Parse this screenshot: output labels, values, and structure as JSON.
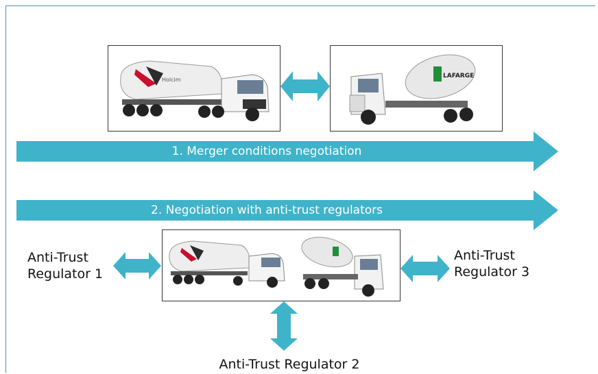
{
  "arrows": {
    "step1": "1. Merger conditions negotiation",
    "step2": "2. Negotiation with anti-trust regulators"
  },
  "regulators": {
    "r1": "Anti-Trust\nRegulator 1",
    "r2": "Anti-Trust Regulator 2",
    "r3": "Anti-Trust\nRegulator 3"
  },
  "logos": {
    "holcim": "Holcim",
    "lafarge": "LAFARGE"
  },
  "colors": {
    "arrow": "#3fb3c9",
    "frame": "#4a8fb0",
    "holcim_red": "#c8102e",
    "lafarge_green": "#1f8f3a"
  }
}
